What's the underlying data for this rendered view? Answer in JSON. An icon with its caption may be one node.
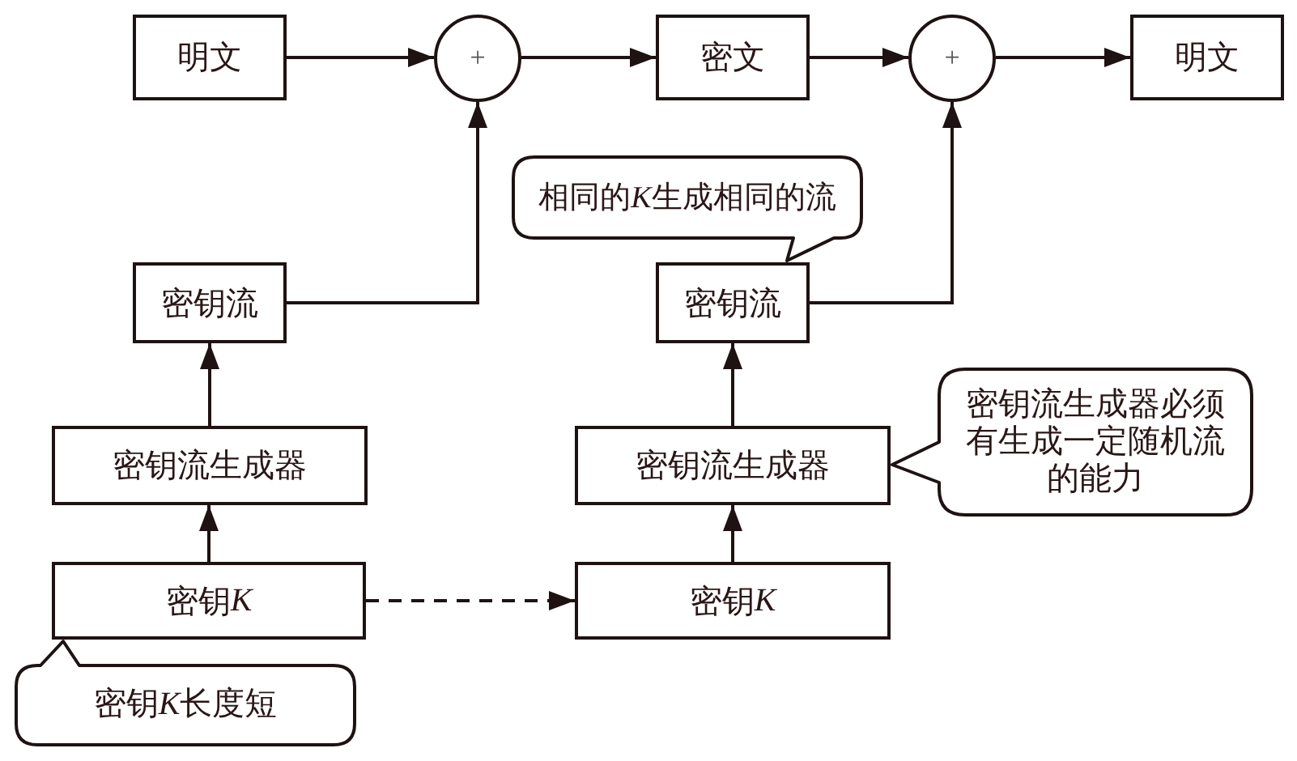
{
  "diagram": {
    "nodes": [
      {
        "text": [
          "明文"
        ]
      },
      {
        "text": [
          "+"
        ]
      },
      {
        "text": [
          "密文"
        ]
      },
      {
        "text": [
          "+"
        ]
      },
      {
        "text": [
          "明文"
        ]
      },
      {
        "text": [
          "相同的K生成相同的流"
        ]
      },
      {
        "text": [
          "密钥流"
        ]
      },
      {
        "text": [
          "密钥流"
        ]
      },
      {
        "text": [
          "密钥流生成器"
        ]
      },
      {
        "text": [
          "密钥流生成器"
        ]
      },
      {
        "text": [
          "密钥流生成器必须有生成一定随机流的能力"
        ]
      },
      {
        "text": [
          "密钥K"
        ]
      },
      {
        "text": [
          "密钥K"
        ]
      },
      {
        "text": [
          "密钥K长度短"
        ]
      }
    ],
    "edges": [
      {
        "from": 0,
        "to": 1,
        "arrow": "to"
      },
      {
        "from": 1,
        "to": 2,
        "arrow": "to"
      },
      {
        "from": 2,
        "to": 3,
        "arrow": "to"
      },
      {
        "from": 3,
        "to": 4,
        "arrow": "to"
      },
      {
        "from": 6,
        "to": 1,
        "arrow": "to"
      },
      {
        "from": 7,
        "to": 3,
        "arrow": "to"
      },
      {
        "from": 8,
        "to": 6,
        "arrow": "to"
      },
      {
        "from": 9,
        "to": 7,
        "arrow": "to"
      },
      {
        "from": 11,
        "to": 8,
        "arrow": "to"
      },
      {
        "from": 12,
        "to": 9,
        "arrow": "to"
      },
      {
        "from": 11,
        "to": 12,
        "arrow": "to",
        "style": "dashed"
      }
    ]
  }
}
